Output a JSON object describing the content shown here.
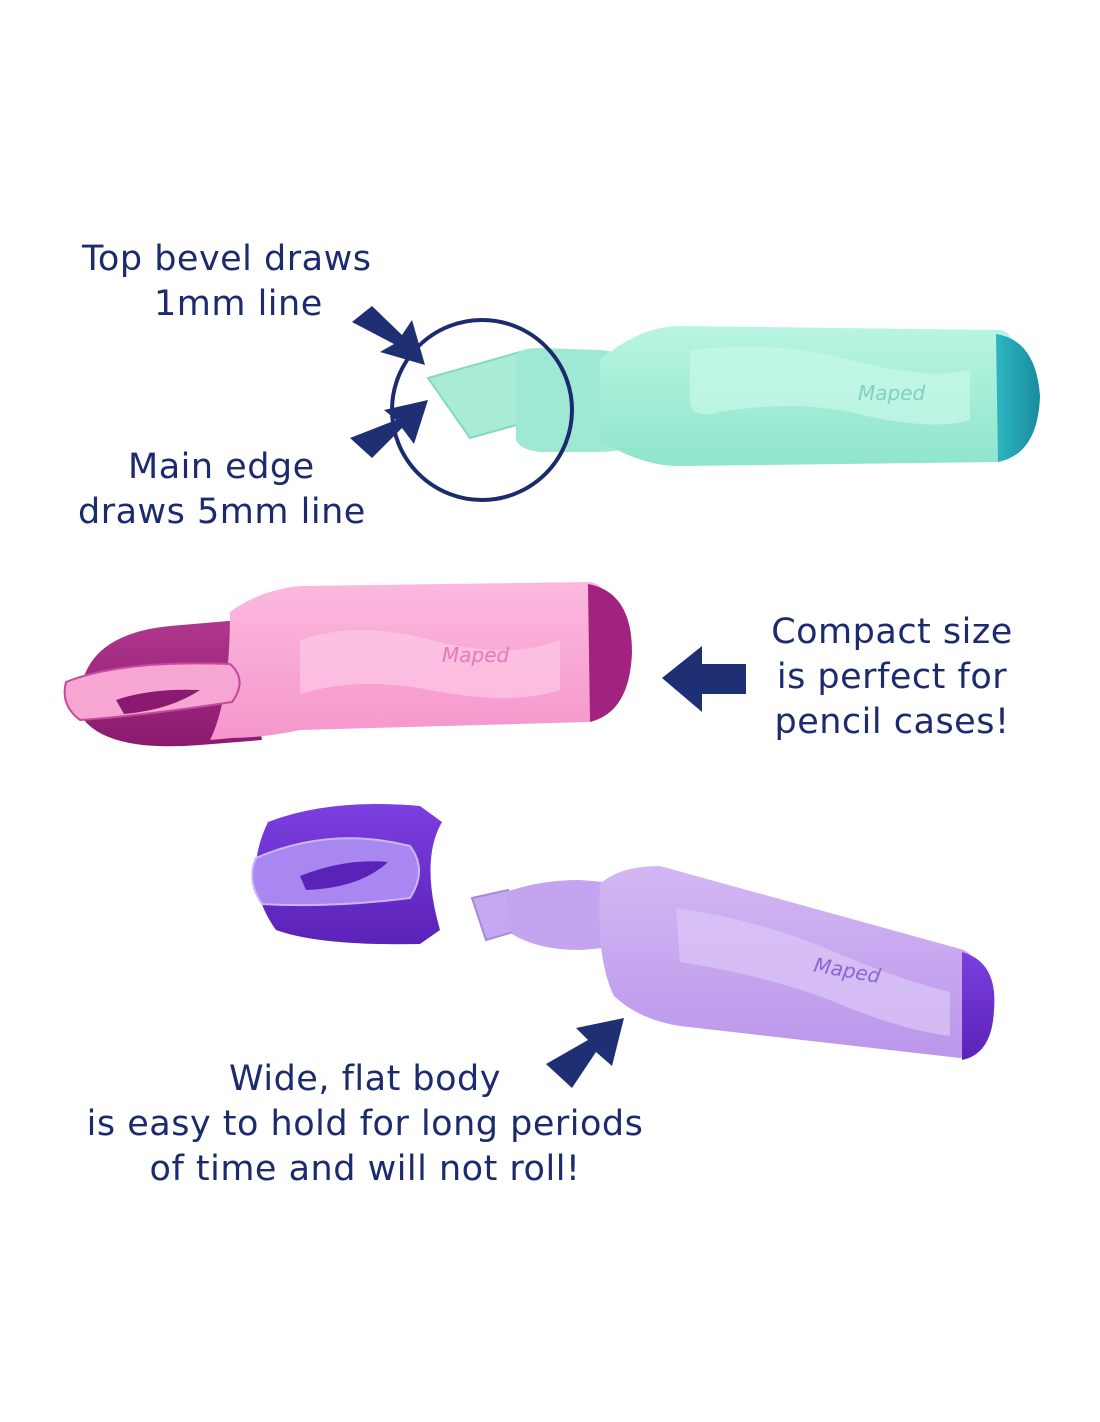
{
  "captions": {
    "top_bevel": [
      "Top bevel draws",
      "1mm line"
    ],
    "main_edge": [
      "Main edge",
      "draws 5mm line"
    ],
    "compact": [
      "Compact size",
      "is perfect for",
      "pencil cases!"
    ],
    "flat_body": [
      "Wide, flat body",
      "is easy to hold for long periods",
      "of time and will not roll!"
    ]
  },
  "brand": "Maped",
  "colors": {
    "text": "#1c2a6e",
    "arrow": "#1f2f74",
    "mint_body": "#a4efd8",
    "mint_cap": "#1fa0b0",
    "pink_body": "#f9a9d6",
    "pink_cap": "#a1237f",
    "lilac_body": "#c9a9f0",
    "lilac_cap": "#6c2fd1"
  }
}
